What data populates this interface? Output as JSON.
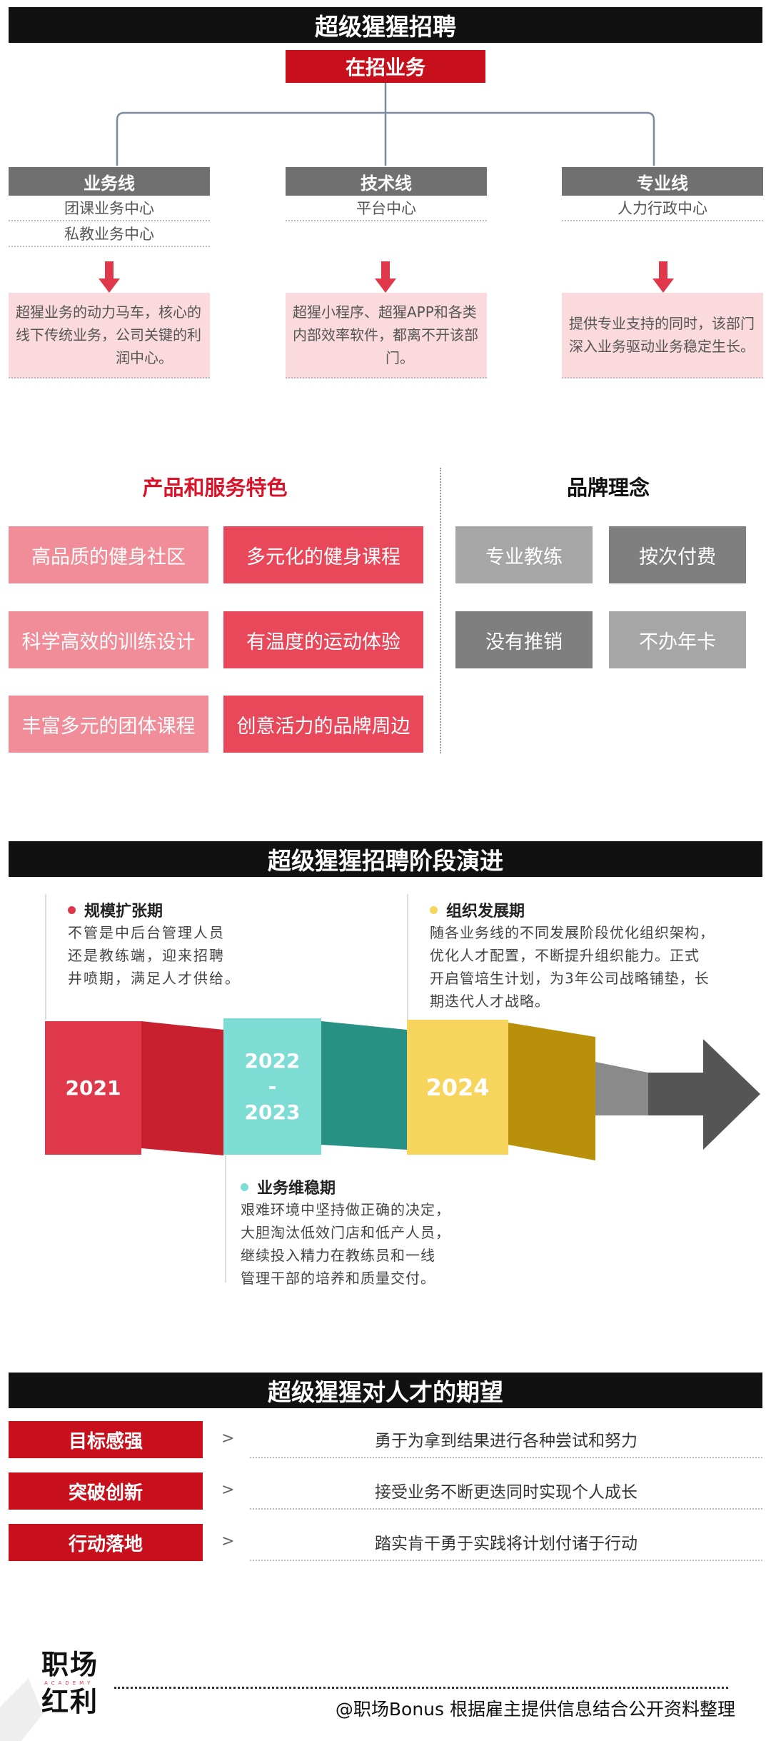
{
  "header": {
    "title": "超级猩猩招聘",
    "subtitle": "在招业务"
  },
  "business_lines": [
    {
      "name": "业务线",
      "items": [
        "团课业务中心",
        "私教业务中心"
      ],
      "description": [
        "超猩业务的动力马车，核心的",
        "线下传统业务，公司关键的利",
        "润中心。"
      ]
    },
    {
      "name": "技术线",
      "items": [
        "平台中心"
      ],
      "description": [
        "超猩小程序、超猩APP和各类",
        "内部效率软件，都离不开该部",
        "门。"
      ]
    },
    {
      "name": "专业线",
      "items": [
        "人力行政中心"
      ],
      "description": [
        "提供专业支持的同时，该部门",
        "深入业务驱动业务稳定生长。"
      ]
    }
  ],
  "features": {
    "title": "产品和服务特色",
    "items": [
      "高品质的健身社区",
      "多元化的健身课程",
      "科学高效的训练设计",
      "有温度的运动体验",
      "丰富多元的团体课程",
      "创意活力的品牌周边"
    ],
    "colors": [
      "#f08d98",
      "#e9485a"
    ]
  },
  "brand": {
    "title": "品牌理念",
    "items": [
      "专业教练",
      "按次付费",
      "没有推销",
      "不办年卡"
    ],
    "colors": [
      "#a6a6a6",
      "#7f7f7f"
    ]
  },
  "timeline": {
    "title": "超级猩猩招聘阶段演进",
    "years": [
      "2021",
      "2022",
      "-",
      "2023",
      "2024"
    ],
    "phases": [
      {
        "title": "规模扩张期",
        "dot_color": "#e0384b",
        "lines": [
          "不管是中后台管理人员",
          "还是教练端，迎来招聘",
          "井喷期，满足人才供给。"
        ]
      },
      {
        "title": "业务维稳期",
        "dot_color": "#7ddcd4",
        "lines": [
          "艰难环境中坚持做正确的决定，",
          "大胆淘汰低效门店和低产人员，",
          "继续投入精力在教练员和一线",
          "管理干部的培养和质量交付。"
        ]
      },
      {
        "title": "组织发展期",
        "dot_color": "#f7d55c",
        "lines": [
          "随各业务线的不同发展阶段优化组织架构，",
          "优化人才配置，不断提升组织能力。正式",
          "开启管培生计划，为3年公司战略铺垫，长",
          "期迭代人才战略。"
        ]
      }
    ]
  },
  "expectations": {
    "title": "超级猩猩对人才的期望",
    "items": [
      {
        "label": "目标感强",
        "text": "勇于为拿到结果进行各种尝试和努力"
      },
      {
        "label": "突破创新",
        "text": "接受业务不断更迭同时实现个人成长"
      },
      {
        "label": "行动落地",
        "text": "踏实肯干勇于实践将计划付诸于行动"
      }
    ],
    "arrow": ">"
  },
  "footer": {
    "logo_top": "职场",
    "logo_mid": "ACADEMY",
    "logo_bottom": "红利",
    "credit": "@职场Bonus 根据雇主提供信息结合公开资料整理"
  }
}
